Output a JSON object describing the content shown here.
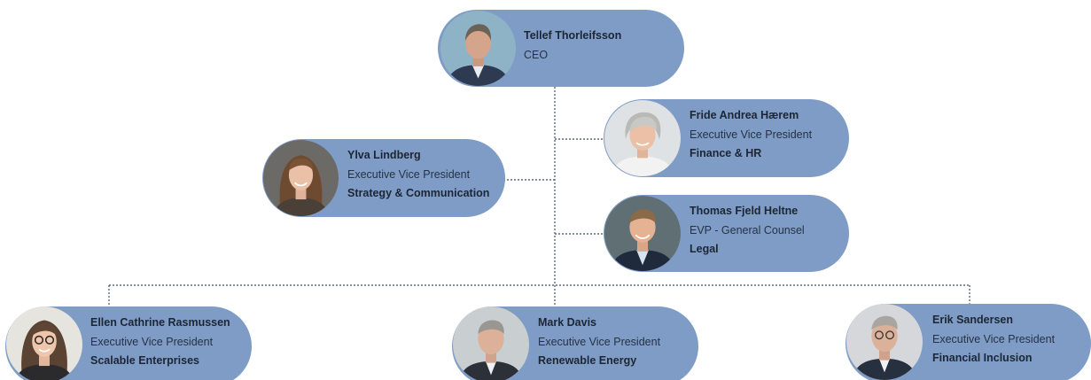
{
  "org_chart": {
    "ceo": {
      "name": "Tellef Thorleifsson",
      "title": "CEO",
      "photo_icon": "person-photo"
    },
    "staff": [
      {
        "name": "Fride Andrea Hærem",
        "title": "Executive Vice President",
        "department": "Finance & HR",
        "photo_icon": "person-photo"
      },
      {
        "name": "Ylva Lindberg",
        "title": "Executive Vice President",
        "department": "Strategy & Communication",
        "photo_icon": "person-photo"
      },
      {
        "name": "Thomas Fjeld Heltne",
        "title": "EVP - General Counsel",
        "department": "Legal",
        "photo_icon": "person-photo"
      }
    ],
    "divisions": [
      {
        "name": "Ellen Cathrine Rasmussen",
        "title": "Executive Vice President",
        "department": "Scalable Enterprises",
        "photo_icon": "person-photo"
      },
      {
        "name": "Mark Davis",
        "title": "Executive Vice President",
        "department": "Renewable Energy",
        "photo_icon": "person-photo"
      },
      {
        "name": "Erik Sandersen",
        "title": "Executive Vice President",
        "department": "Financial Inclusion",
        "photo_icon": "person-photo"
      }
    ]
  },
  "colors": {
    "card_fill": "#7f9cc6",
    "connector": "#5b6b80",
    "text": "#1c2634"
  }
}
